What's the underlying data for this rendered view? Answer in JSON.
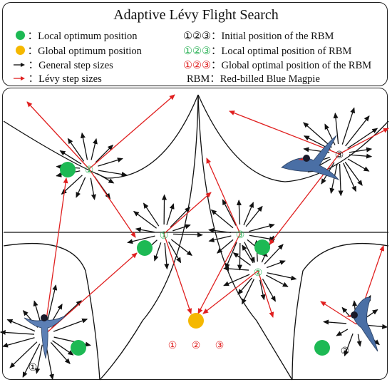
{
  "title": "Adaptive Lévy Flight Search",
  "legend": {
    "local_optimum": "Local optimum position",
    "global_optimum": "Global optimum position",
    "general_steps": "General step sizes",
    "levy_steps": "Lévy step sizes",
    "initial_marks": "①②③",
    "initial_label": "Initial position of the RBM",
    "local_marks": "①②③",
    "local_label": "Local optimal position of RBM",
    "global_marks": "①②③",
    "global_label": "Global optimal position of the RBM",
    "abbr": "RBM",
    "abbr_label": "Red-billed Blue Magpie",
    "sep": "："
  },
  "markers": {
    "one": "①",
    "two": "②",
    "three": "③"
  },
  "colors": {
    "local_optimum": "#1db954",
    "global_optimum": "#f5b800",
    "general_arrow": "#111111",
    "levy_arrow": "#e02020",
    "local_mark": "#2fb35a",
    "global_mark": "#e02020",
    "initial_mark": "#111111"
  }
}
